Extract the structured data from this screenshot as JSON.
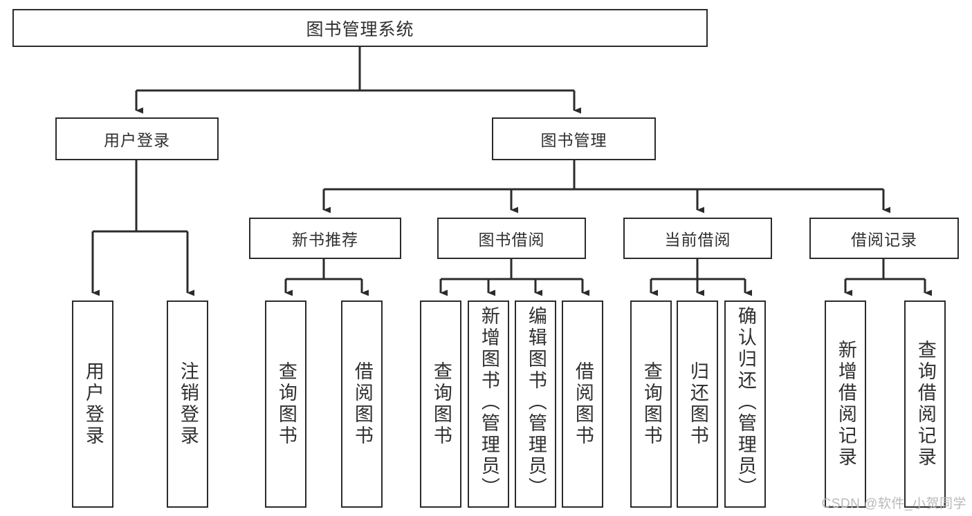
{
  "diagram": {
    "title": "图书管理系统",
    "type": "tree",
    "orientation": "top-down",
    "watermark": "CSDN @软件_小贺同学",
    "colors": {
      "stroke": "#2b2b2b",
      "node_fill": "#ffffff",
      "text": "#2f2f2f",
      "background": "#ffffff",
      "watermark_text": "#b9b9b9"
    },
    "root": {
      "id": "root",
      "label": "图书管理系统"
    },
    "level2": [
      {
        "id": "user-login",
        "label": "用户登录"
      },
      {
        "id": "book-management",
        "label": "图书管理"
      }
    ],
    "level3": [
      {
        "id": "new-book-recommend",
        "label": "新书推荐",
        "parent": "book-management"
      },
      {
        "id": "book-borrow",
        "label": "图书借阅",
        "parent": "book-management"
      },
      {
        "id": "current-borrow",
        "label": "当前借阅",
        "parent": "book-management"
      },
      {
        "id": "borrow-record",
        "label": "借阅记录",
        "parent": "book-management"
      }
    ],
    "leaves": [
      {
        "id": "leaf-user-login",
        "label": "用户登录",
        "parent": "user-login"
      },
      {
        "id": "leaf-logout-login",
        "label": "注销登录",
        "parent": "user-login"
      },
      {
        "id": "leaf-query-book-1",
        "label": "查询图书",
        "parent": "new-book-recommend"
      },
      {
        "id": "leaf-borrow-book-1",
        "label": "借阅图书",
        "parent": "new-book-recommend"
      },
      {
        "id": "leaf-query-book-2",
        "label": "查询图书",
        "parent": "book-borrow"
      },
      {
        "id": "leaf-add-book",
        "label": "新增图书（管理员）",
        "parent": "book-borrow"
      },
      {
        "id": "leaf-edit-book",
        "label": "编辑图书（管理员）",
        "parent": "book-borrow"
      },
      {
        "id": "leaf-borrow-book-2",
        "label": "借阅图书",
        "parent": "book-borrow"
      },
      {
        "id": "leaf-query-book-3",
        "label": "查询图书",
        "parent": "current-borrow"
      },
      {
        "id": "leaf-return-book",
        "label": "归还图书",
        "parent": "current-borrow"
      },
      {
        "id": "leaf-confirm-return",
        "label": "确认归还（管理员）",
        "parent": "current-borrow"
      },
      {
        "id": "leaf-add-record",
        "label": "新增借阅记录",
        "parent": "borrow-record"
      },
      {
        "id": "leaf-query-record",
        "label": "查询借阅记录",
        "parent": "borrow-record"
      }
    ]
  }
}
